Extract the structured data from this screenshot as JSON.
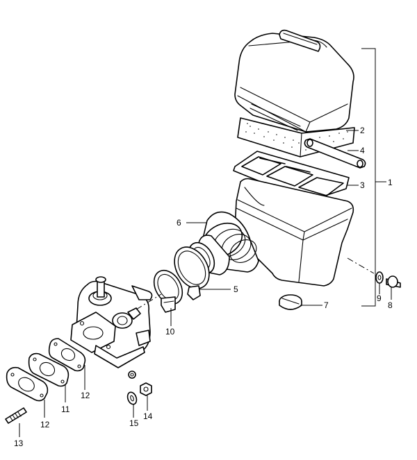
{
  "callouts": [
    {
      "id": "c1",
      "text": "1"
    },
    {
      "id": "c2",
      "text": "2"
    },
    {
      "id": "c3",
      "text": "3"
    },
    {
      "id": "c4",
      "text": "4"
    },
    {
      "id": "c5",
      "text": "5"
    },
    {
      "id": "c6",
      "text": "6"
    },
    {
      "id": "c7",
      "text": "7"
    },
    {
      "id": "c8",
      "text": "8"
    },
    {
      "id": "c9",
      "text": "9"
    },
    {
      "id": "c10",
      "text": "10"
    },
    {
      "id": "c11",
      "text": "11"
    },
    {
      "id": "c12a",
      "text": "12"
    },
    {
      "id": "c12b",
      "text": "12"
    },
    {
      "id": "c13",
      "text": "13"
    },
    {
      "id": "c14",
      "text": "14"
    },
    {
      "id": "c15",
      "text": "15"
    }
  ],
  "parts": [
    {
      "ref": "1",
      "name": "air-cleaner-assembly"
    },
    {
      "ref": "2",
      "name": "filter-element"
    },
    {
      "ref": "3",
      "name": "element-frame"
    },
    {
      "ref": "4",
      "name": "retaining-strap"
    },
    {
      "ref": "5",
      "name": "hose-clamp"
    },
    {
      "ref": "6",
      "name": "intake-boot"
    },
    {
      "ref": "7",
      "name": "drain-plug"
    },
    {
      "ref": "8",
      "name": "bolt"
    },
    {
      "ref": "9",
      "name": "washer"
    },
    {
      "ref": "10",
      "name": "hose-clamp"
    },
    {
      "ref": "11",
      "name": "gasket"
    },
    {
      "ref": "12",
      "name": "gasket"
    },
    {
      "ref": "13",
      "name": "stud"
    },
    {
      "ref": "14",
      "name": "nut"
    },
    {
      "ref": "15",
      "name": "washer"
    }
  ]
}
